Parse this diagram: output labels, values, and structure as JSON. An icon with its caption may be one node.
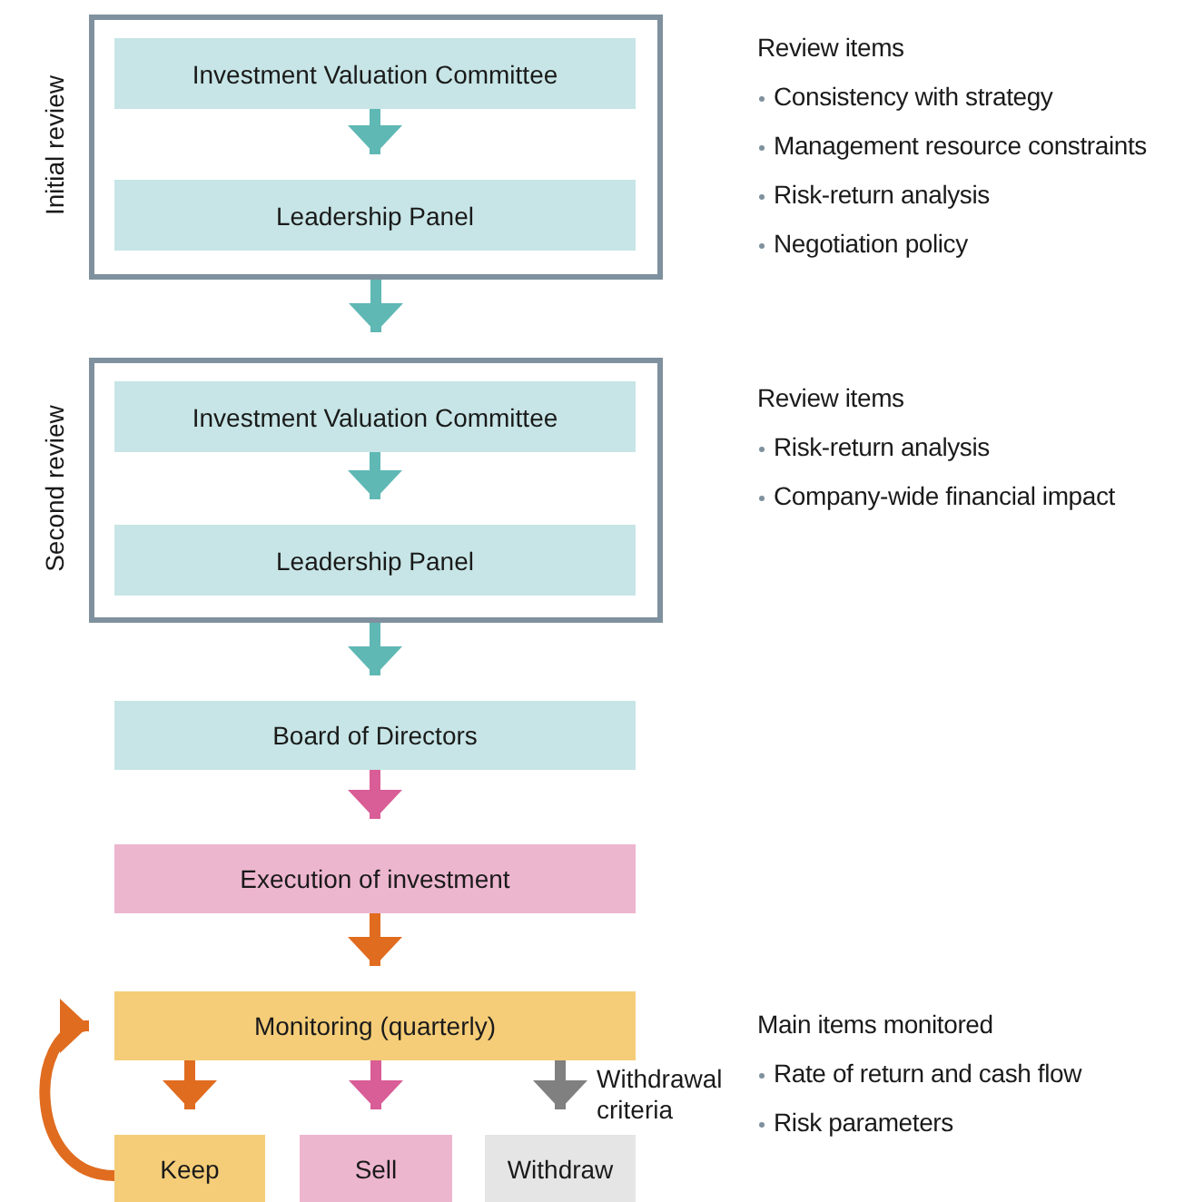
{
  "diagram": {
    "nodes": [
      {
        "text": [
          "Initial review"
        ]
      },
      {
        "text": [
          "Investment Valuation Committee"
        ],
        "in": 0
      },
      {
        "text": [
          "Leadership Panel"
        ],
        "in": 0
      },
      {
        "text": [
          "Second review"
        ]
      },
      {
        "text": [
          "Investment Valuation Committee"
        ],
        "in": 3
      },
      {
        "text": [
          "Leadership Panel"
        ],
        "in": 3
      },
      {
        "text": [
          "Board of Directors"
        ]
      },
      {
        "text": [
          "Execution of investment"
        ]
      },
      {
        "text": [
          "Monitoring (quarterly)"
        ]
      },
      {
        "text": [
          "Keep"
        ]
      },
      {
        "text": [
          "Sell"
        ]
      },
      {
        "text": [
          "Withdraw"
        ]
      }
    ],
    "edges": [
      {
        "from": 1,
        "to": 2,
        "arrow": "to",
        "color": "#5fb8b4"
      },
      {
        "from": 0,
        "to": 3,
        "arrow": "to",
        "color": "#5fb8b4"
      },
      {
        "from": 4,
        "to": 5,
        "arrow": "to",
        "color": "#5fb8b4"
      },
      {
        "from": 3,
        "to": 6,
        "arrow": "to",
        "color": "#5fb8b4"
      },
      {
        "from": 6,
        "to": 7,
        "arrow": "to",
        "color": "#d95d96"
      },
      {
        "from": 7,
        "to": 8,
        "arrow": "to",
        "color": "#e06c20"
      },
      {
        "from": 8,
        "to": 9,
        "arrow": "to",
        "color": "#e06c20"
      },
      {
        "from": 8,
        "to": 10,
        "arrow": "to",
        "color": "#d95d96"
      },
      {
        "from": 8,
        "to": 11,
        "arrow": "to",
        "color": "#808080",
        "label": "Withdrawal criteria"
      },
      {
        "from": 9,
        "to": 8,
        "arrow": "to",
        "color": "#e06c20"
      }
    ],
    "labels": [
      "Review items",
      "Consistency with strategy",
      "Management resource constraints",
      "Risk-return analysis",
      "Negotiation policy",
      "Review items",
      "Risk-return analysis",
      "Company-wide financial impact",
      "Main items monitored",
      "Rate of return and cash flow",
      "Risk parameters"
    ]
  }
}
